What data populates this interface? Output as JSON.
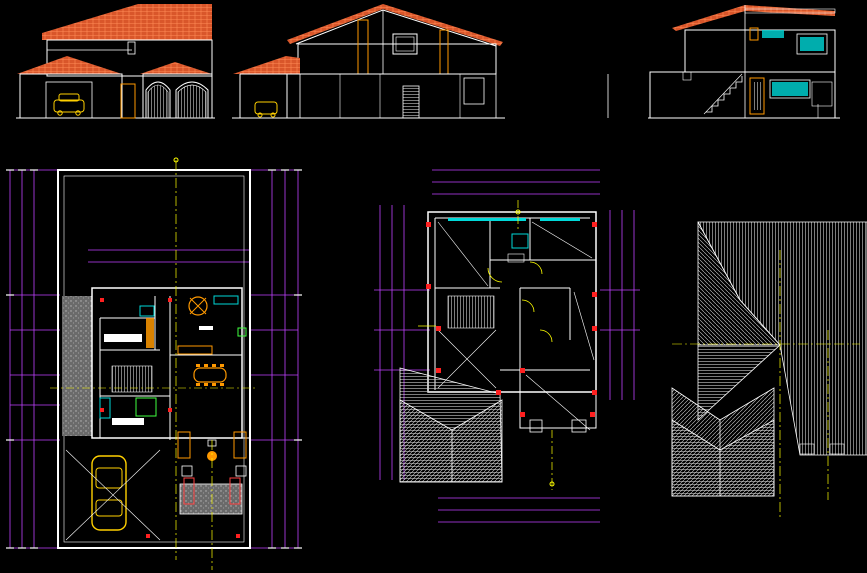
{
  "drawing": {
    "background": "#000000",
    "colors": {
      "line": "#ffffff",
      "roof_tile": "#d9562a",
      "roof_tile_dark": "#b8401a",
      "dimension": "#c040ff",
      "axis": "#ffff00",
      "wall_red": "#ff2020",
      "cyan": "#00d8d8",
      "green": "#40ff40",
      "orange": "#ff9900",
      "grey_hatch": "#9a9a9a",
      "car": "#ffd000"
    },
    "views": [
      "front-elevation",
      "side-elevation",
      "section",
      "ground-floor-plan",
      "upper-floor-plan",
      "roof-plan"
    ]
  }
}
